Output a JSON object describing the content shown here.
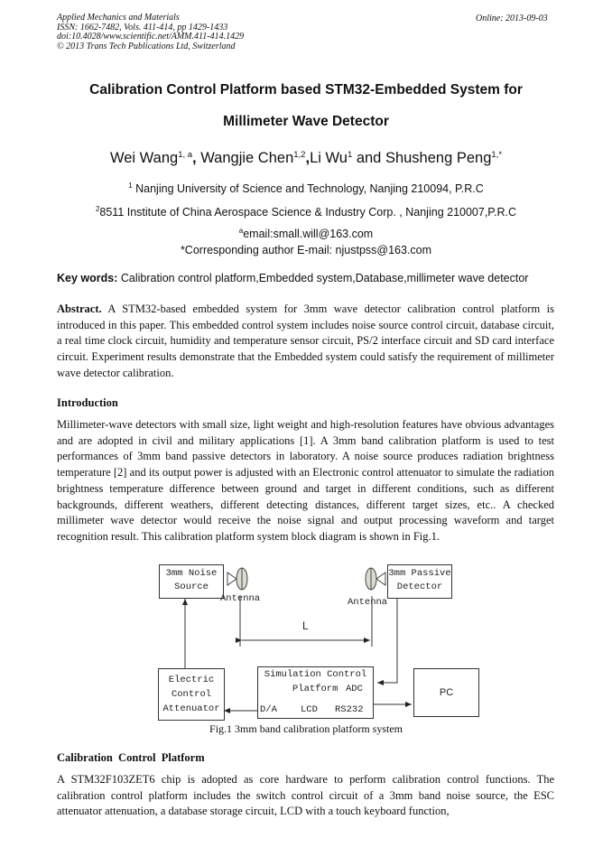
{
  "header": {
    "journal": "Applied Mechanics and Materials",
    "issn": "ISSN: 1662-7482, Vols. 411-414, pp 1429-1433",
    "doi": "doi:10.4028/www.scientific.net/AMM.411-414.1429",
    "copyright": "© 2013 Trans Tech Publications Ltd, Switzerland",
    "online": "Online: 2013-09-03"
  },
  "title": {
    "line1": "Calibration Control Platform based STM32-Embedded System for",
    "line2": "Millimeter Wave Detector"
  },
  "authors": [
    {
      "name": "Wei Wang",
      "sup": "1, a"
    },
    {
      "name": "Wangjie Chen",
      "sup": "1,2"
    },
    {
      "name": "Li Wu",
      "sup": "1"
    },
    {
      "name": "Shusheng Peng",
      "sup": "1,*"
    }
  ],
  "authors_text": {
    "sep1": ", ",
    "sep2": ",",
    "sep3": " and "
  },
  "affiliations": [
    {
      "sup": "1",
      "text": " Nanjing University of Science and Technology, Nanjing 210094, P.R.C"
    },
    {
      "sup": "2",
      "text": "8511 Institute of China Aerospace Science & Industry Corp. , Nanjing 210007,P.R.C"
    }
  ],
  "contact": {
    "email_sup": "a",
    "email": "email:small.will@163.com",
    "corresponding": "*Corresponding author E-mail: njustpss@163.com"
  },
  "keywords": {
    "label": "Key words:",
    "text": " Calibration control platform,Embedded system,Database,millimeter wave detector"
  },
  "abstract": {
    "label": "Abstract.",
    "text": " A STM32-based embedded system for 3mm wave detector calibration control platform is introduced in this paper. This embedded control system includes noise source control circuit, database circuit, a real time clock circuit, humidity and temperature sensor circuit, PS/2 interface circuit and SD card interface circuit. Experiment results demonstrate that the Embedded system could satisfy the requirement of millimeter wave detector calibration."
  },
  "introduction": {
    "heading": "Introduction",
    "text": "Millimeter-wave detectors with small size, light weight and high-resolution features have obvious advantages and are adopted in civil and military applications [1]. A 3mm band calibration platform is used to test performances of 3mm band passive detectors in laboratory. A noise source produces radiation brightness temperature [2] and its output power is adjusted with an Electronic control attenuator to simulate the radiation brightness temperature difference between ground and target in different conditions, such as different backgrounds, different weathers, different detecting distances, different target sizes, etc.. A checked millimeter wave detector would receive the noise signal and output processing waveform and target recognition result. This calibration platform system block diagram is shown in Fig.1."
  },
  "figure": {
    "noise_source": {
      "line1": "3mm Noise",
      "line2": "Source"
    },
    "passive_detector": {
      "line1": "3mm Passive",
      "line2": "Detector"
    },
    "antenna_left": "Antenna",
    "antenna_right": "Antenna",
    "distance": "L",
    "attenuator": {
      "line1": "Electric",
      "line2": "Control",
      "line3": "Attenuator"
    },
    "platform": {
      "line1": "Simulation Control",
      "line2": "Platform",
      "adc": "ADC",
      "da": "D/A",
      "lcd": "LCD",
      "rs232": "RS232"
    },
    "pc": "PC",
    "caption": "Fig.1 3mm band calibration platform system"
  },
  "calibration_section": {
    "heading": "Calibration  Control  Platform",
    "text": "A STM32F103ZET6 chip is adopted as core hardware to perform calibration control functions. The calibration control platform includes the switch control circuit of a 3mm band noise source, the ESC attenuator attenuation, a database storage circuit, LCD with a touch keyboard function,"
  }
}
